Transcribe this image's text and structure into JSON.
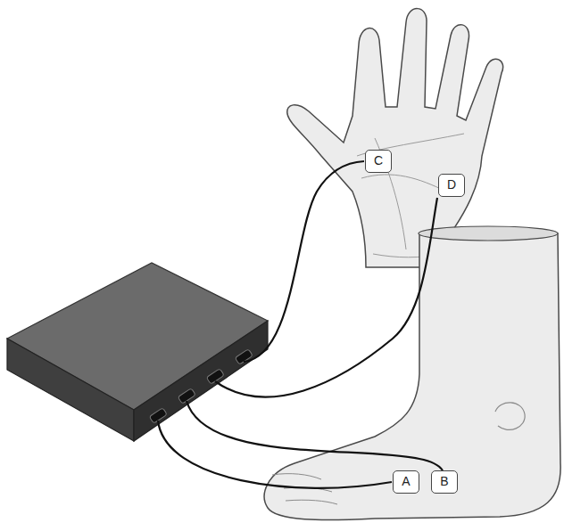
{
  "diagram": {
    "nodes": [
      {
        "text": [
          "C"
        ]
      },
      {
        "text": [
          "D"
        ]
      },
      {
        "text": [
          "A"
        ]
      },
      {
        "text": [
          "B"
        ]
      }
    ]
  }
}
